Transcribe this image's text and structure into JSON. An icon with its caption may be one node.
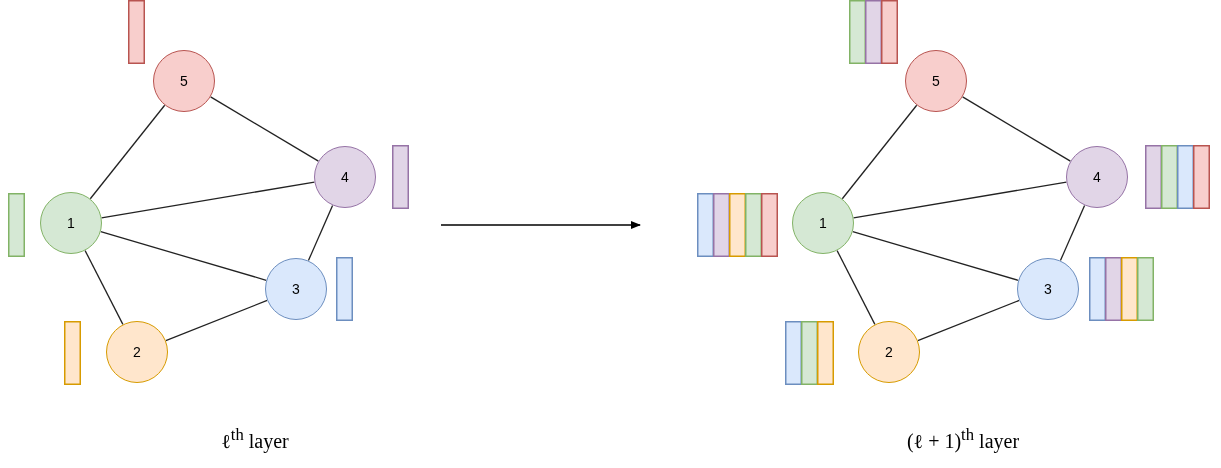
{
  "diagram": {
    "nodes": [
      {
        "text": [
          "5"
        ]
      },
      {
        "text": [
          "4"
        ]
      },
      {
        "text": [
          "1"
        ]
      },
      {
        "text": [
          "3"
        ]
      },
      {
        "text": [
          "2"
        ]
      },
      {
        "text": [
          "5"
        ]
      },
      {
        "text": [
          "4"
        ]
      },
      {
        "text": [
          "1"
        ]
      },
      {
        "text": [
          "3"
        ]
      },
      {
        "text": [
          "2"
        ]
      }
    ],
    "edges": [
      {
        "from": 2,
        "to": 0,
        "arrow": "none"
      },
      {
        "from": 0,
        "to": 1,
        "arrow": "none"
      },
      {
        "from": 2,
        "to": 1,
        "arrow": "none"
      },
      {
        "from": 2,
        "to": 3,
        "arrow": "none"
      },
      {
        "from": 2,
        "to": 4,
        "arrow": "none"
      },
      {
        "from": 1,
        "to": 3,
        "arrow": "none"
      },
      {
        "from": 4,
        "to": 3,
        "arrow": "none"
      },
      {
        "from": 7,
        "to": 5,
        "arrow": "none"
      },
      {
        "from": 5,
        "to": 6,
        "arrow": "none"
      },
      {
        "from": 7,
        "to": 6,
        "arrow": "none"
      },
      {
        "from": 7,
        "to": 8,
        "arrow": "none"
      },
      {
        "from": 7,
        "to": 9,
        "arrow": "none"
      },
      {
        "from": 6,
        "to": 8,
        "arrow": "none"
      },
      {
        "from": 9,
        "to": 8,
        "arrow": "none"
      }
    ],
    "labels": [
      "ℓ$^{th}$ layer",
      "(ℓ + 1)$^{th}$ layer"
    ]
  }
}
